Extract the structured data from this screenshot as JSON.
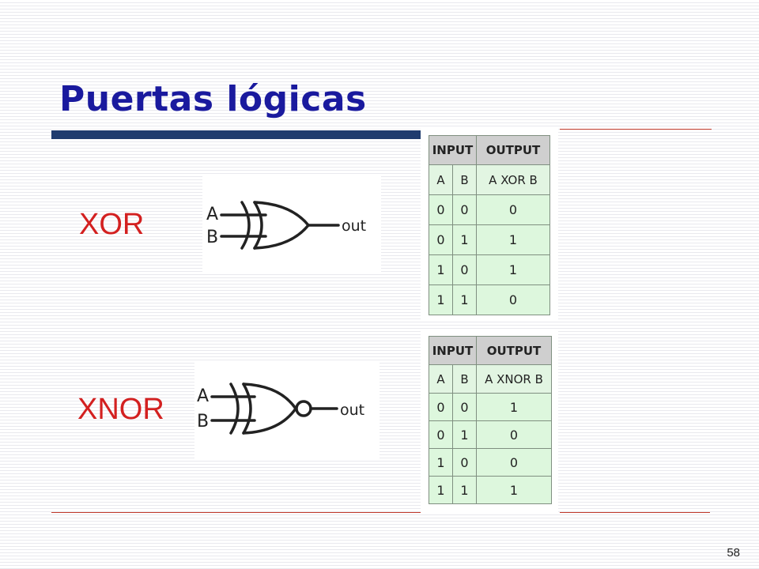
{
  "slide": {
    "title": "Puertas lógicas",
    "page_number": "58"
  },
  "gates": [
    {
      "label": "XOR",
      "inputs": [
        "A",
        "B"
      ],
      "output": "out",
      "table": {
        "group_headers": [
          "INPUT",
          "OUTPUT"
        ],
        "columns": [
          "A",
          "B",
          "A XOR B"
        ],
        "rows": [
          [
            "0",
            "0",
            "0"
          ],
          [
            "0",
            "1",
            "1"
          ],
          [
            "1",
            "0",
            "1"
          ],
          [
            "1",
            "1",
            "0"
          ]
        ]
      }
    },
    {
      "label": "XNOR",
      "inputs": [
        "A",
        "B"
      ],
      "output": "out",
      "table": {
        "group_headers": [
          "INPUT",
          "OUTPUT"
        ],
        "columns": [
          "A",
          "B",
          "A XNOR B"
        ],
        "rows": [
          [
            "0",
            "0",
            "1"
          ],
          [
            "0",
            "1",
            "0"
          ],
          [
            "1",
            "0",
            "0"
          ],
          [
            "1",
            "1",
            "1"
          ]
        ]
      }
    }
  ]
}
